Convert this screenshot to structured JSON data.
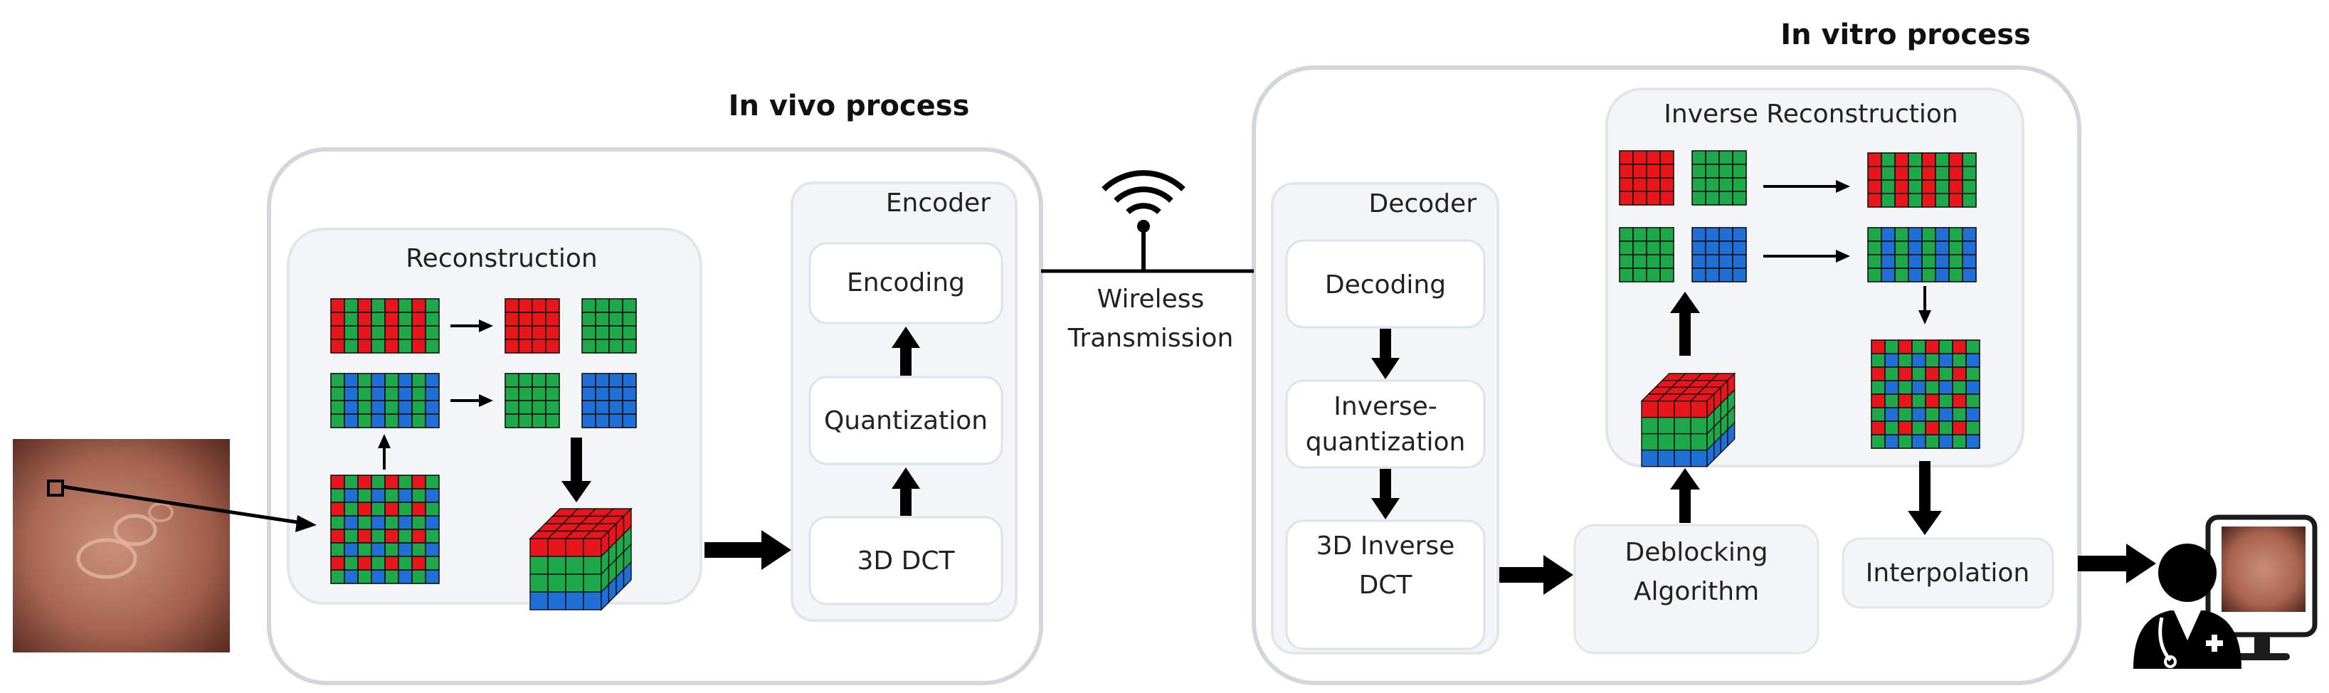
{
  "titles": {
    "in_vivo": "In vivo process",
    "in_vitro": "In vitro process"
  },
  "in_vivo": {
    "reconstruction_label": "Reconstruction",
    "encoder": {
      "label": "Encoder",
      "steps": [
        "Encoding",
        "Quantization",
        "3D DCT"
      ]
    }
  },
  "wireless": {
    "line1": "Wireless",
    "line2": "Transmission"
  },
  "in_vitro": {
    "decoder": {
      "label": "Decoder",
      "steps": [
        "Decoding",
        "Inverse-",
        "quantization",
        "3D Inverse",
        "DCT"
      ]
    },
    "inverse_reconstruction_label": "Inverse Reconstruction",
    "deblocking": [
      "Deblocking",
      "Algorithm"
    ],
    "interpolation": "Interpolation"
  },
  "icons": [
    "endoscopy-image",
    "wireless-signal-icon",
    "doctor-icon",
    "monitor-icon"
  ],
  "colors": {
    "red": "#e8161b",
    "green": "#1da84a",
    "blue": "#1f6fd6",
    "arrow": "#000000",
    "panel_border": "#d3d6da"
  }
}
